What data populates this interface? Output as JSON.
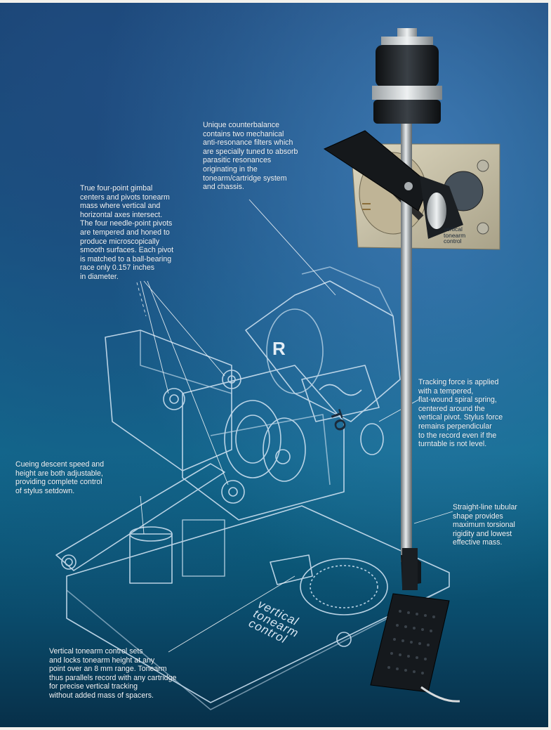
{
  "callouts": {
    "counterbalance": "Unique counterbalance\ncontains two mechanical\nanti-resonance filters which\nare specially tuned to absorb\nparasitic resonances\noriginating in the\ntonearm/cartridge system\nand chassis.",
    "gimbal": "True four-point gimbal\ncenters and pivots tonearm\nmass where vertical and\nhorizontal axes intersect.\nThe four needle-point pivots\nare tempered and honed to\nproduce microscopically\nsmooth surfaces. Each pivot\nis matched to a ball-bearing\nrace only 0.157 inches\nin diameter.",
    "tracking_force": "Tracking force is applied\nwith a tempered,\nflat-wound spiral spring,\ncentered around the\nvertical pivot. Stylus force\nremains perpendicular\nto the record even if the\nturntable is not level.",
    "cueing": "Cueing descent speed and\nheight are both adjustable,\nproviding complete control\nof stylus setdown.",
    "tube": "Straight-line tubular\nshape provides\nmaximum torsional\nrigidity and lowest\neffective mass.",
    "vertical_control": "Vertical tonearm control sets\nand locks tonearm height at any\npoint over an 8 mm range. Tonearm\nthus parallels record with any cartridge\nfor precise vertical tracking\nwithout added mass of spacers."
  },
  "labels": {
    "plate": "vertical\ntonearm\ncontrol",
    "base": "vertical\ntonearm\ncontrol",
    "pivot_marks": "R",
    "pivot_marks_2": "TO"
  },
  "colors": {
    "line_art": "#c9deee",
    "counterweight": "#1c1f22",
    "tube": "#b8bdc0",
    "plate": "#c9c2a8"
  }
}
